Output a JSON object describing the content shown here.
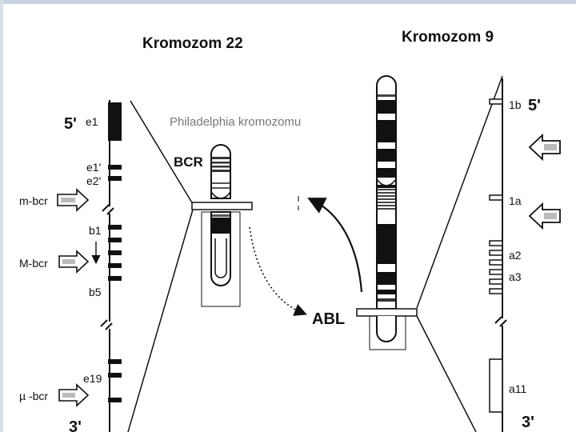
{
  "headings": {
    "chr22": "Kromozom 22",
    "chr9": "Kromozom 9",
    "philadelphia": "Philadelphia kromozomu"
  },
  "genes": {
    "bcr": "BCR",
    "abl": "ABL"
  },
  "chr22_gene": {
    "five_prime": "5'",
    "three_prime": "3'",
    "exons": {
      "e1": "e1",
      "e1p": "e1'",
      "e2p": "e2'",
      "b1": "b1",
      "b5": "b5",
      "e19": "e19"
    },
    "breakpoints": {
      "m": "m-bcr",
      "M": "M-bcr",
      "mu": "µ -bcr"
    }
  },
  "chr9_gene": {
    "five_prime": "5'",
    "three_prime": "3'",
    "exons": {
      "ex1b": "1b",
      "ex1a": "1a",
      "a2": "a2",
      "a3": "a3",
      "a11": "a11"
    }
  }
}
